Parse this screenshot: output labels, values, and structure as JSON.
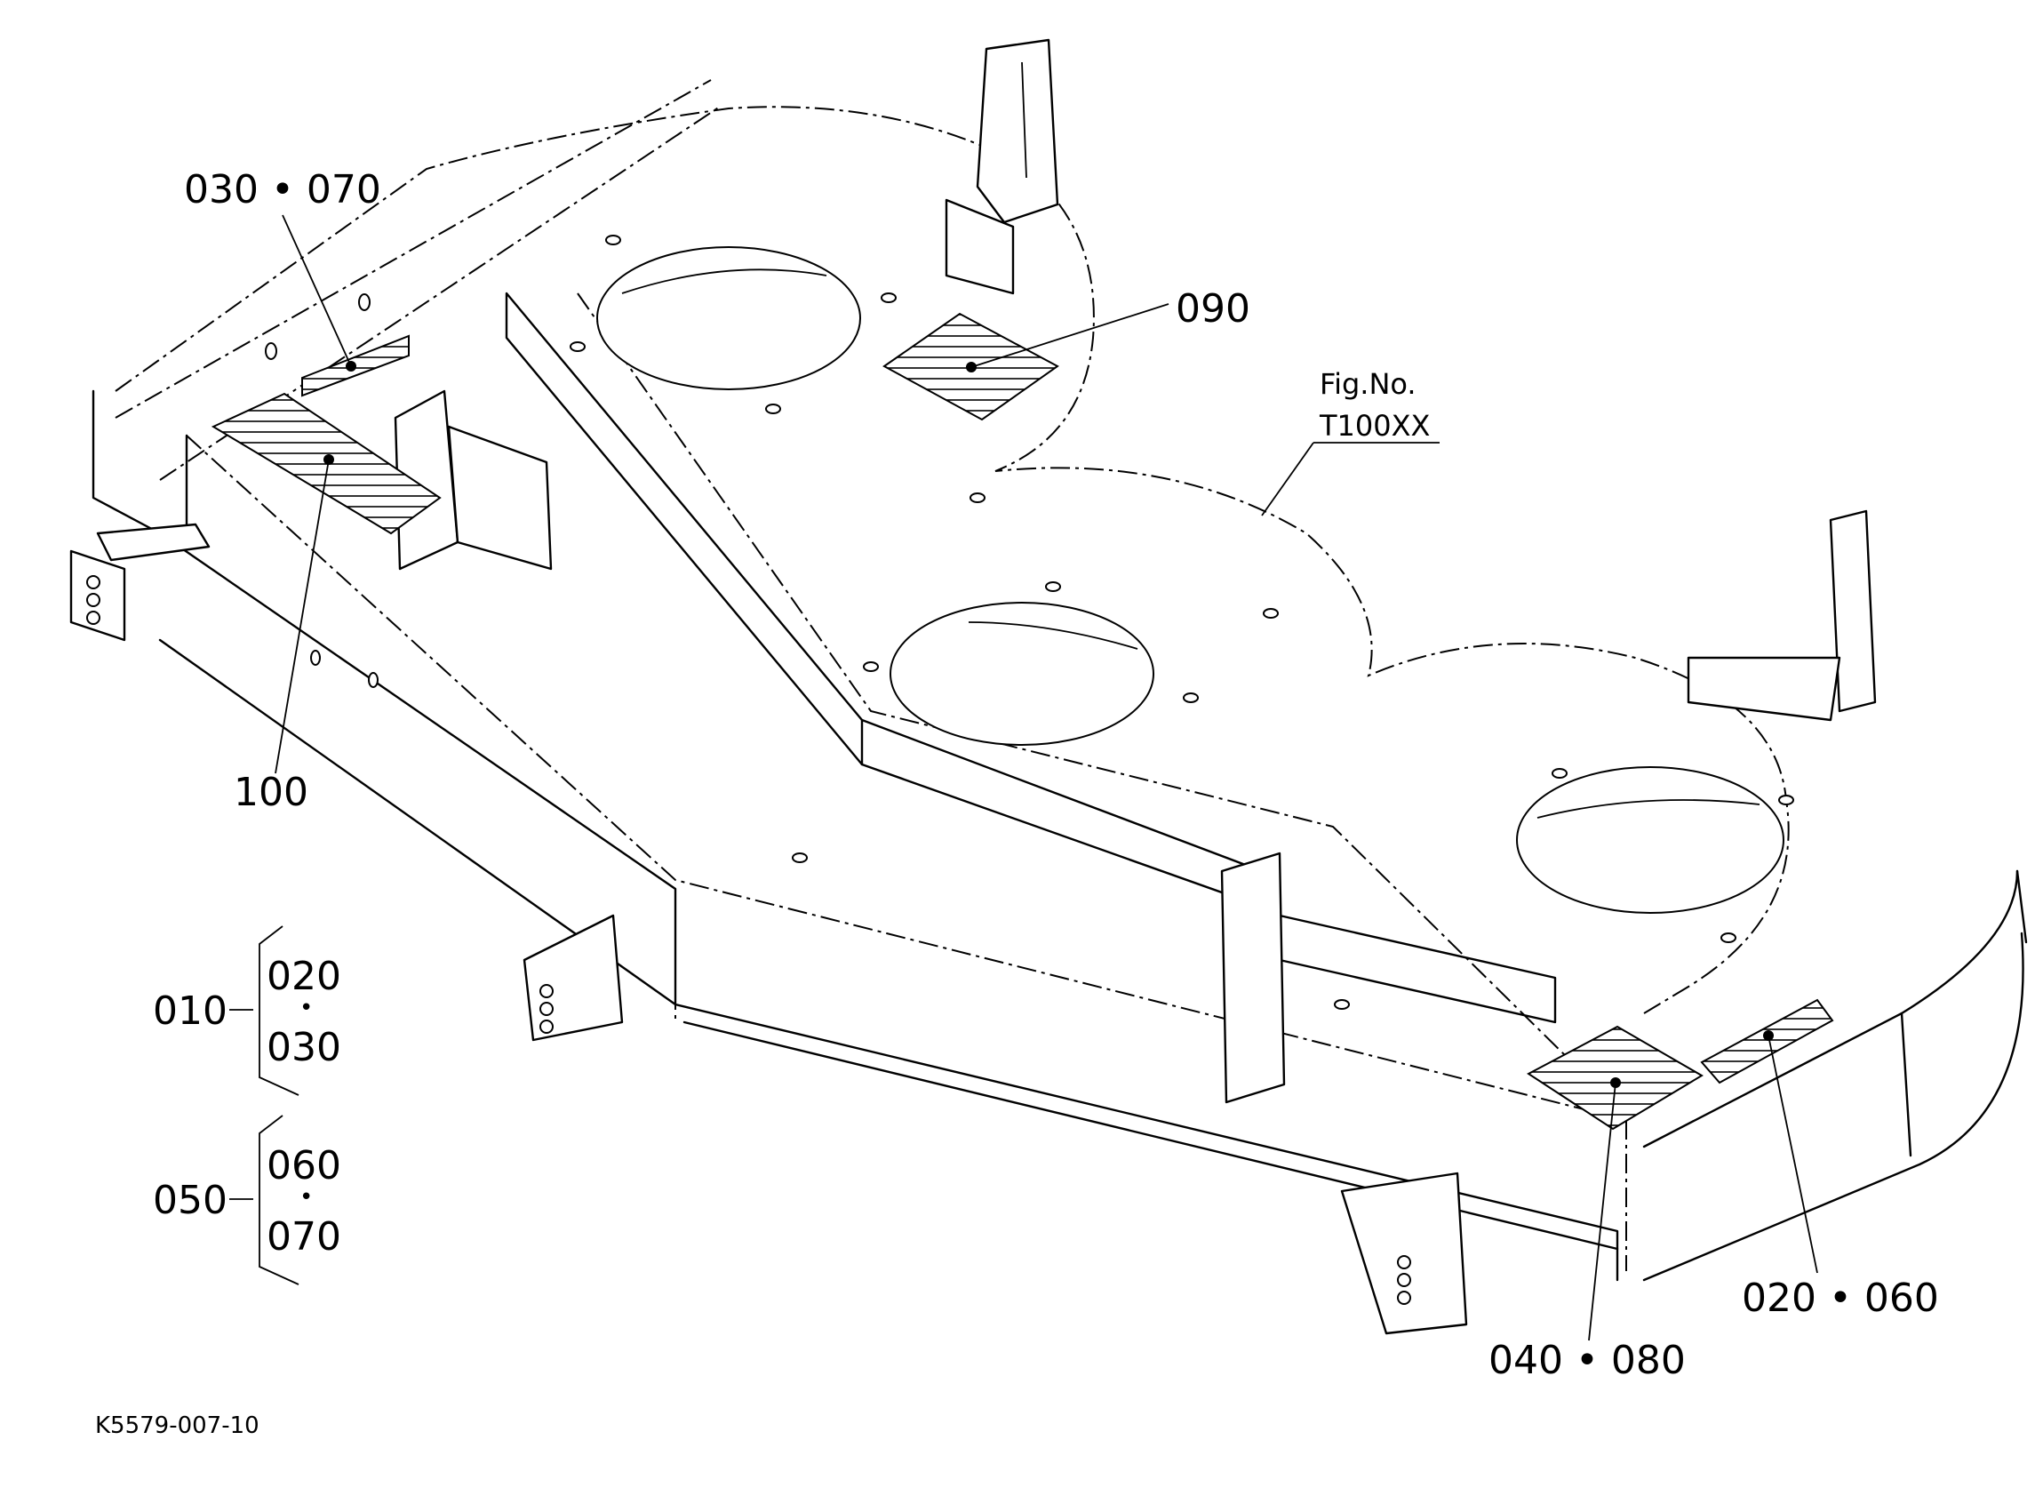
{
  "figure": {
    "fig_label": "Fig.No.",
    "fig_number": "T100XX",
    "drawing_code": "K5579-007-10"
  },
  "callouts": {
    "c_030_070": "030 • 070",
    "c_090": "090",
    "c_100": "100",
    "c_040_080": "040 • 080",
    "c_020_060": "020 • 060"
  },
  "groups": [
    {
      "parent": "010",
      "top": "020",
      "sep": "•",
      "bottom": "030"
    },
    {
      "parent": "050",
      "top": "060",
      "sep": "•",
      "bottom": "070"
    }
  ]
}
